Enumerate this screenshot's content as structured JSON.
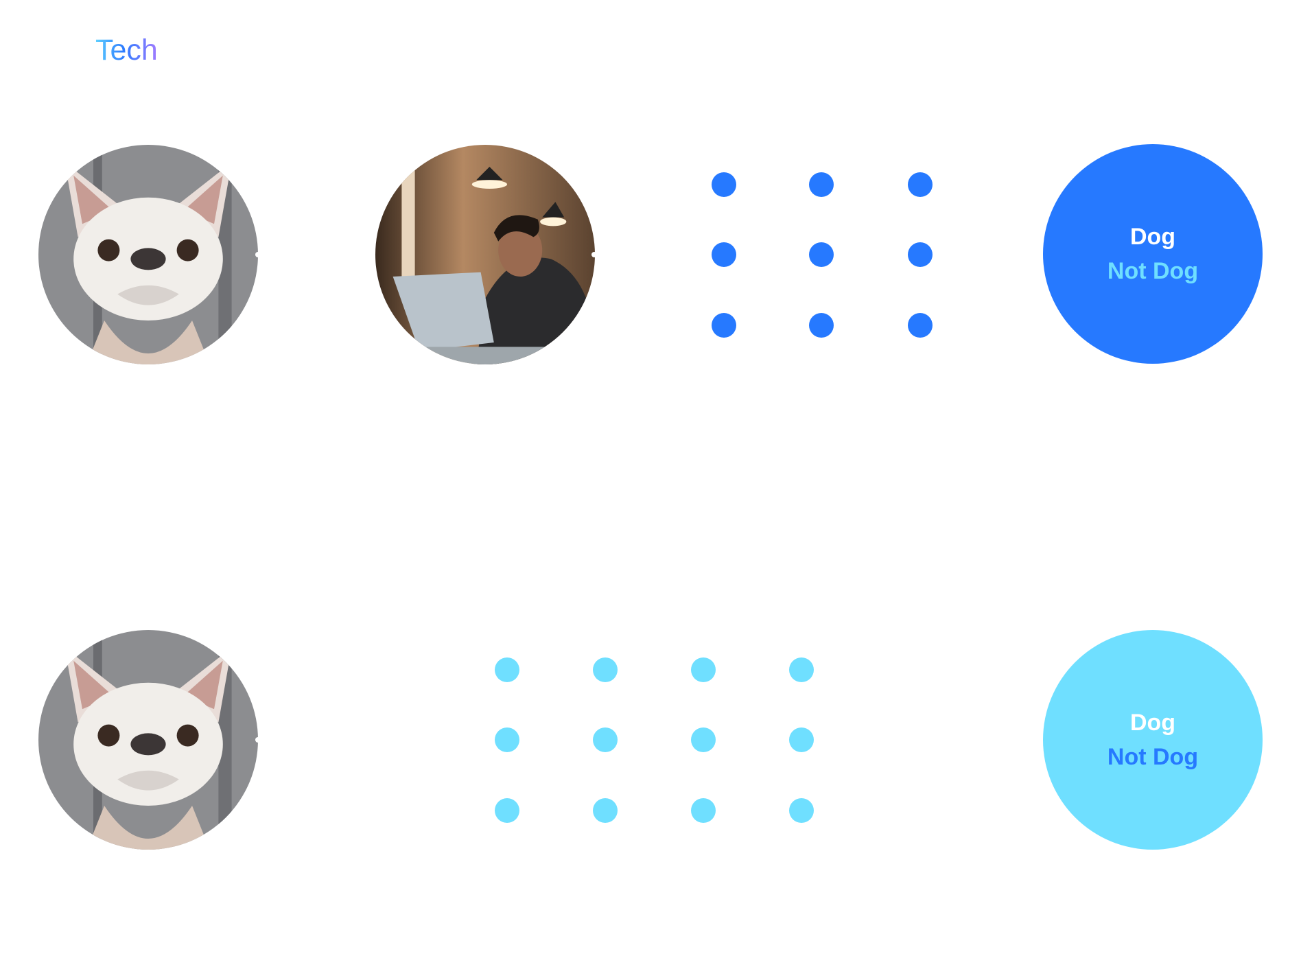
{
  "brand": {
    "logo_text": "Tech"
  },
  "colors": {
    "primary": "#2679ff",
    "secondary": "#6fdfff",
    "white": "#ffffff"
  },
  "row1": {
    "images": [
      {
        "name": "dog-photo"
      },
      {
        "name": "person-laptop-photo"
      }
    ],
    "dots": {
      "columns": 3,
      "rows": 3
    },
    "result": {
      "label_dog": "Dog",
      "label_not_dog": "Not Dog"
    }
  },
  "row2": {
    "images": [
      {
        "name": "dog-photo"
      }
    ],
    "dots": {
      "columns": 4,
      "rows": 3
    },
    "result": {
      "label_dog": "Dog",
      "label_not_dog": "Not Dog"
    }
  }
}
